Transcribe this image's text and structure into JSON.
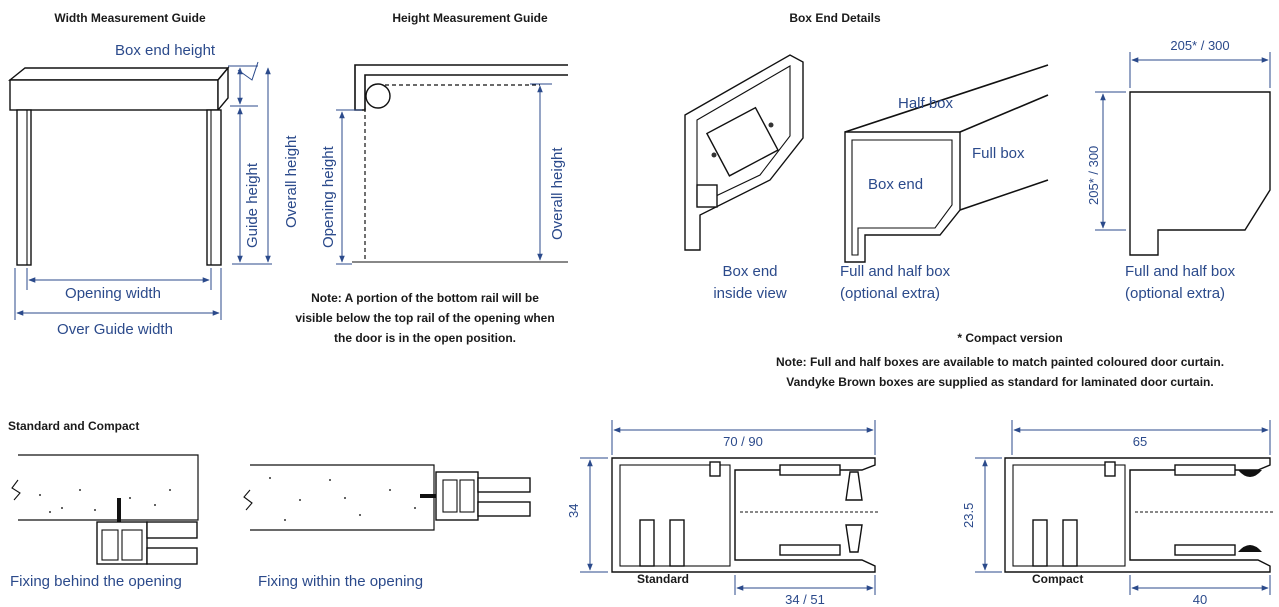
{
  "titles": {
    "width_guide": "Width Measurement Guide",
    "height_guide": "Height Measurement Guide",
    "box_end": "Box End Details",
    "standard_compact": "Standard and Compact"
  },
  "width_guide": {
    "box_end_height": "Box end height",
    "guide_height": "Guide height",
    "overall_height": "Overall height",
    "opening_width": "Opening width",
    "over_guide_width": "Over Guide width"
  },
  "height_guide": {
    "opening_height": "Opening height",
    "overall_height": "Overall height",
    "note_line1": "Note: A portion of the bottom rail will be",
    "note_line2": "visible below the top rail of the opening when",
    "note_line3": "the door is in the open position."
  },
  "box_end": {
    "inside_line1": "Box end",
    "inside_line2": "inside view",
    "half_box": "Half box",
    "full_box": "Full box",
    "box_end_label": "Box end",
    "fh_line1": "Full and half box",
    "fh_line2": "(optional extra)",
    "fh2_line1": "Full and half box",
    "fh2_line2": "(optional extra)",
    "dim_top": "205* / 300",
    "dim_side": "205* / 300",
    "compact_note": "* Compact version",
    "note_line1": "Note: Full and half boxes are available to match painted coloured door curtain.",
    "note_line2": "Vandyke Brown boxes are supplied as standard for laminated door curtain."
  },
  "fixing": {
    "behind": "Fixing behind the opening",
    "within": "Fixing within the opening"
  },
  "sections": {
    "standard_label": "Standard",
    "standard_top": "70 / 90",
    "standard_side": "34",
    "standard_bottom": "34 / 51",
    "compact_label": "Compact",
    "compact_top": "65",
    "compact_side": "23.5",
    "compact_bottom": "40"
  }
}
